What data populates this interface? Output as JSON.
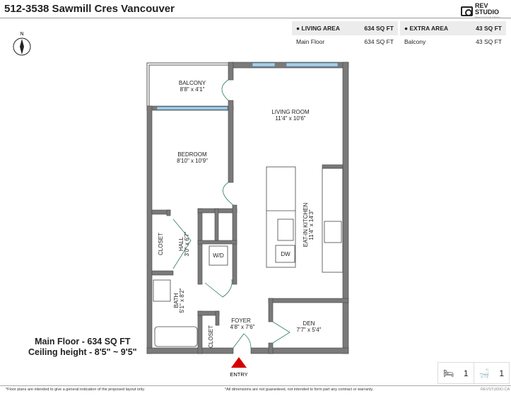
{
  "header": {
    "title": "512-3538 Sawmill Cres Vancouver",
    "logo": "REV STUDIO PHOTOGRAPHY",
    "logo_main": "REV STUDIO",
    "logo_sub": "PHOTOGRAPHY"
  },
  "areas": [
    {
      "heading": "LIVING AREA",
      "total": "634 SQ FT",
      "rows": [
        {
          "name": "Main Floor",
          "value": "634 SQ FT"
        }
      ]
    },
    {
      "heading": "EXTRA AREA",
      "total": "43 SQ FT",
      "rows": [
        {
          "name": "Balcony",
          "value": "43 SQ FT"
        }
      ]
    }
  ],
  "compass": "N",
  "rooms": {
    "balcony": {
      "name": "BALCONY",
      "dim": "8'8\" x 4'1\""
    },
    "living": {
      "name": "LIVING ROOM",
      "dim": "11'4\" x 10'6\""
    },
    "bedroom": {
      "name": "BEDROOM",
      "dim": "8'10\" x 10'9\""
    },
    "kitchen": {
      "name": "EAT-IN KITCHEN",
      "dim": "11'4\" x 14'3\""
    },
    "closet1": {
      "name": "CLOSET"
    },
    "hall": {
      "name": "HALL",
      "dim": "3'0\" x 6'7\""
    },
    "wd": {
      "name": "W/D"
    },
    "dw": {
      "name": "DW"
    },
    "bath": {
      "name": "BATH",
      "dim": "5'1\" x 8'2\""
    },
    "foyer": {
      "name": "FOYER",
      "dim": "4'8\" x 7'6\""
    },
    "den": {
      "name": "DEN",
      "dim": "7'7\" x 5'4\""
    },
    "closet2": {
      "name": "CLOSET"
    }
  },
  "entry": "ENTRY",
  "summary": {
    "line1": "Main Floor - 634 SQ FT",
    "line2": "Ceiling height - 8'5\" ~ 9'5\""
  },
  "counts": {
    "bedrooms": "1",
    "bathrooms": "1"
  },
  "footer": {
    "left": "*Floor plans are intended to give a general indication of the proposed layout only.",
    "center": "*All dimensions are not guaranteed, not intended to form part any contract or warranty.",
    "right": "REVSTUDIO.CA"
  },
  "colors": {
    "wall": "#7a7a7a",
    "door": "#2e7d5b",
    "window": "#a8d0e8",
    "entry": "#d40000"
  }
}
